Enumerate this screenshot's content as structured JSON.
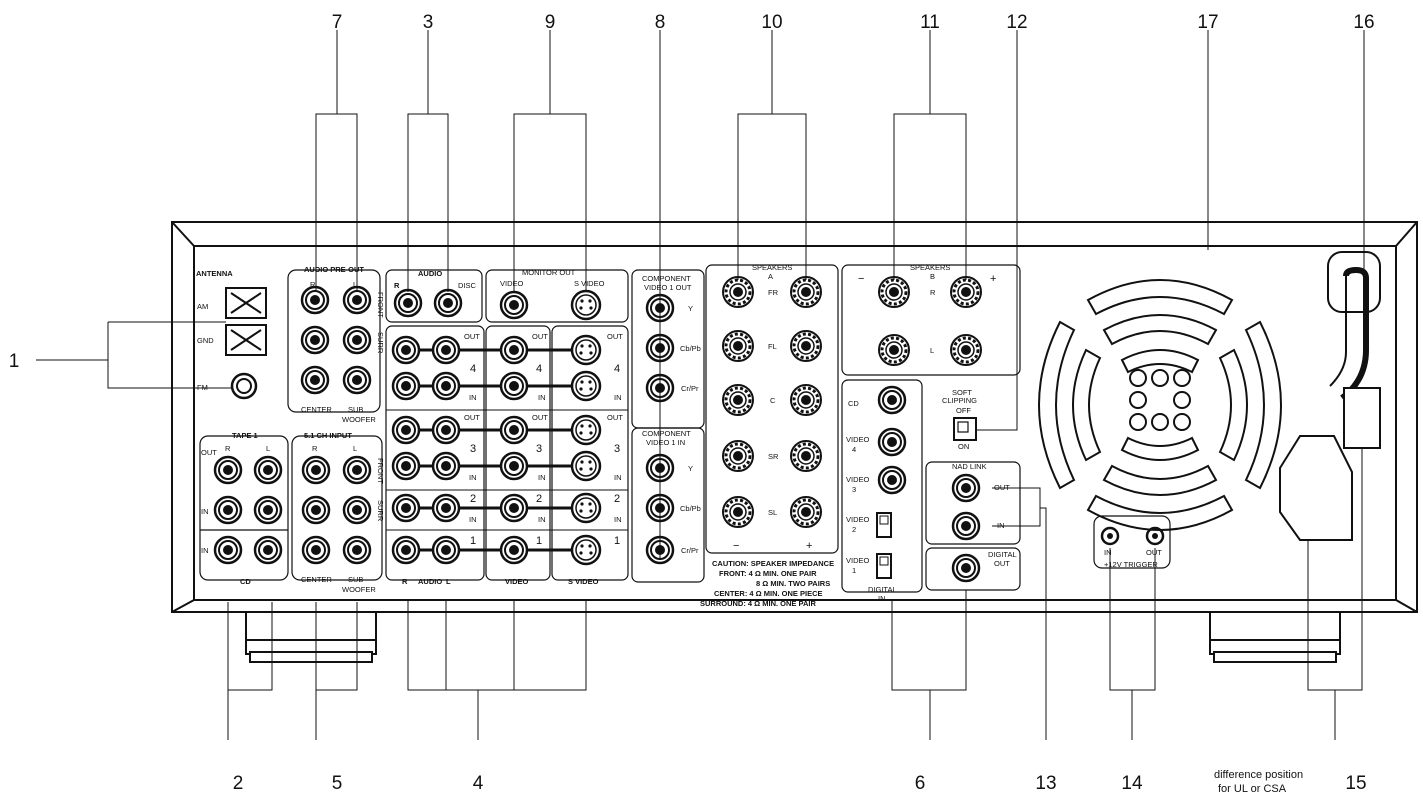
{
  "callouts": {
    "c1": "1",
    "c2": "2",
    "c3": "3",
    "c4": "4",
    "c5": "5",
    "c6": "6",
    "c7": "7",
    "c8": "8",
    "c9": "9",
    "c10": "10",
    "c11": "11",
    "c12": "12",
    "c13": "13",
    "c14": "14",
    "c15": "15",
    "c16": "16",
    "c17": "17"
  },
  "note": {
    "line1": "difference position",
    "line2": "for UL or CSA"
  },
  "panel": {
    "antenna": "ANTENNA",
    "am": "AM",
    "gnd": "GND",
    "fm": "FM",
    "audio_preout": "AUDIO PRE-OUT",
    "r": "R",
    "l": "L",
    "front": "FRONT",
    "surr": "SURR",
    "center": "CENTER",
    "sub": "SUB",
    "woofer": "WOOFER",
    "tape1": "TAPE 1",
    "out": "OUT",
    "in": "IN",
    "cd_bottom": "CD",
    "ch51": "5.1 CH INPUT",
    "audio_top": "AUDIO",
    "disc": "DISC",
    "monitor_out": "MONITOR OUT",
    "video": "VIDEO",
    "svideo": "S VIDEO",
    "n4": "4",
    "n3": "3",
    "n2": "2",
    "n1": "1",
    "audio_bottom": "AUDIO",
    "video_bottom": "VIDEO",
    "svideo_bottom": "S VIDEO",
    "comp_out1": "COMPONENT",
    "comp_out2": "VIDEO 1 OUT",
    "comp_in1": "COMPONENT",
    "comp_in2": "VIDEO 1 IN",
    "y": "Y",
    "cbpb": "Cb/Pb",
    "crpr": "Cr/Pr",
    "speakers": "SPEAKERS",
    "a": "A",
    "b": "B",
    "fr": "FR",
    "fl": "FL",
    "c": "C",
    "sr": "SR",
    "sl": "SL",
    "sr_r": "R",
    "sr_l": "L",
    "minus": "−",
    "plus": "+",
    "caution": "CAUTION: SPEAKER IMPEDANCE",
    "front_imp": "FRONT: 4 Ω  MIN. ONE PAIR",
    "front_imp2": "8 Ω  MIN. TWO PAIRS",
    "center_imp": "CENTER: 4 Ω  MIN. ONE PIECE",
    "surr_imp": "SURROUND: 4 Ω  MIN. ONE PAIR",
    "cd": "CD",
    "video4": "VIDEO",
    "v4n": "4",
    "video3": "VIDEO",
    "v3n": "3",
    "video2": "VIDEO",
    "v2n": "2",
    "video1": "VIDEO",
    "v1n": "1",
    "digital_in1": "DIGITAL",
    "digital_in2": "IN",
    "soft1": "SOFT",
    "soft2": "CLIPPING",
    "off": "OFF",
    "on": "ON",
    "nadlink": "NAD LINK",
    "nl_out": "OUT",
    "nl_in": "IN",
    "digital_out1": "DIGITAL",
    "digital_out2": "OUT",
    "trig_in": "IN",
    "trig_out": "OUT",
    "trigger": "+12V TRIGGER"
  }
}
